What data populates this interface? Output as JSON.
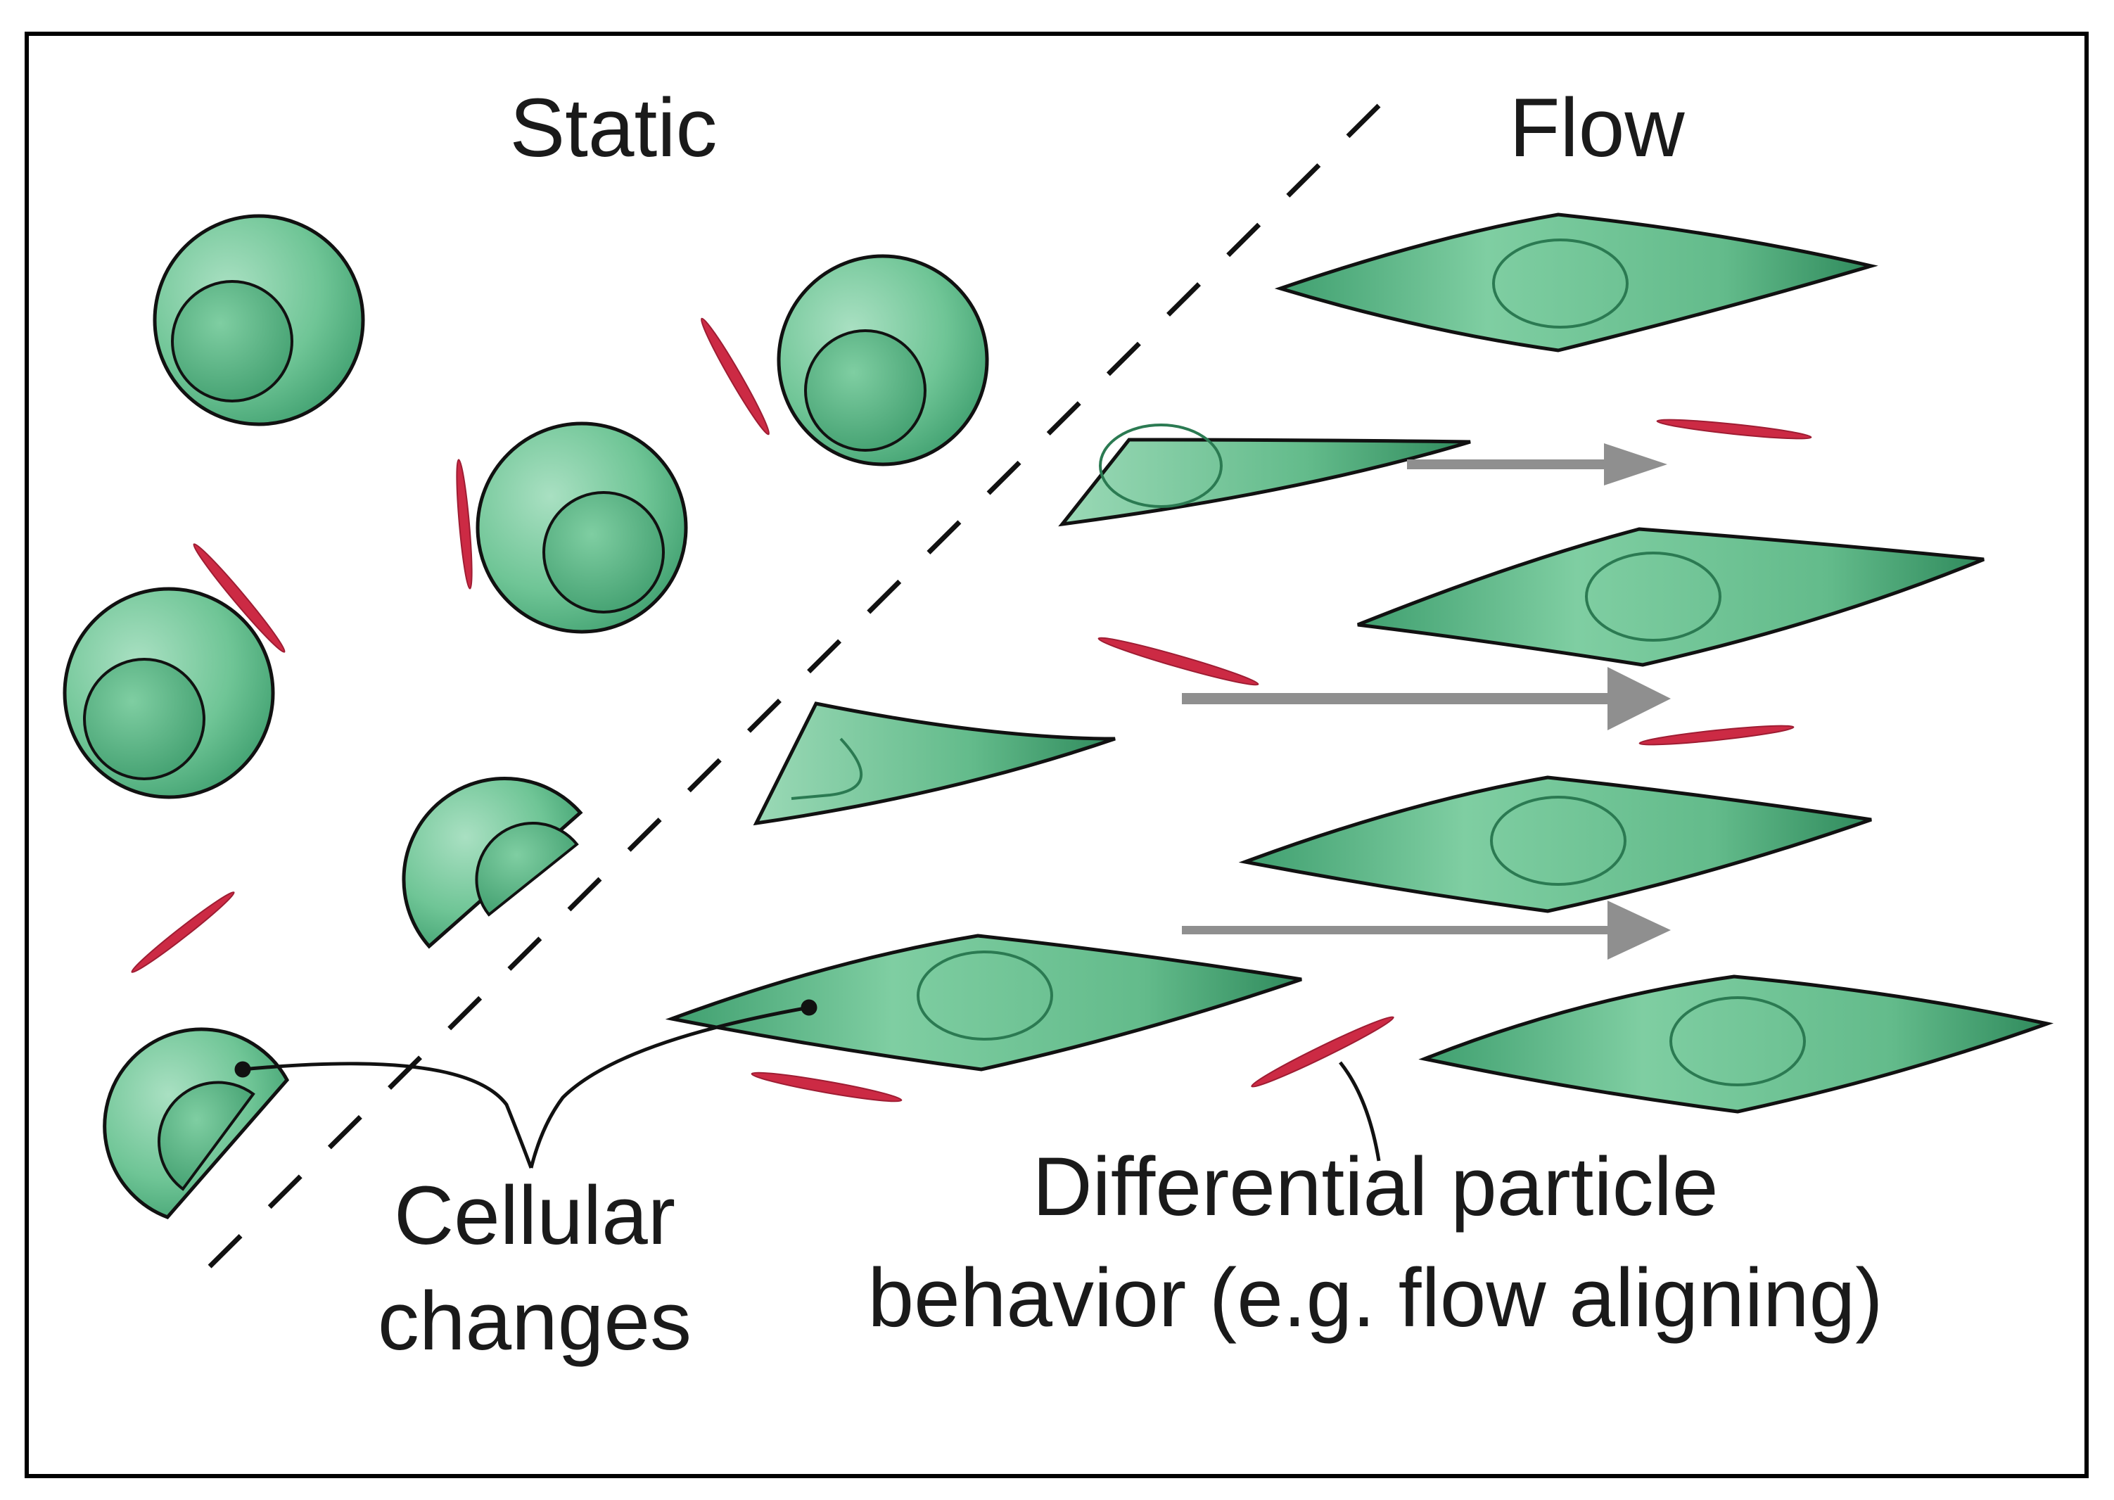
{
  "labels": {
    "static": "Static",
    "flow": "Flow",
    "cellular_line1": "Cellular",
    "cellular_line2": "changes",
    "particle_line1": "Differential particle",
    "particle_line2": "behavior (e.g. flow aligning)"
  },
  "colors": {
    "cell_fill": "#67c08f",
    "cell_dark": "#3f9f6f",
    "nucleus_fill": "#4fae7c",
    "outline": "#111111",
    "particle": "#cc2a44",
    "arrow": "#8f8f8f",
    "frame": "#000000"
  }
}
